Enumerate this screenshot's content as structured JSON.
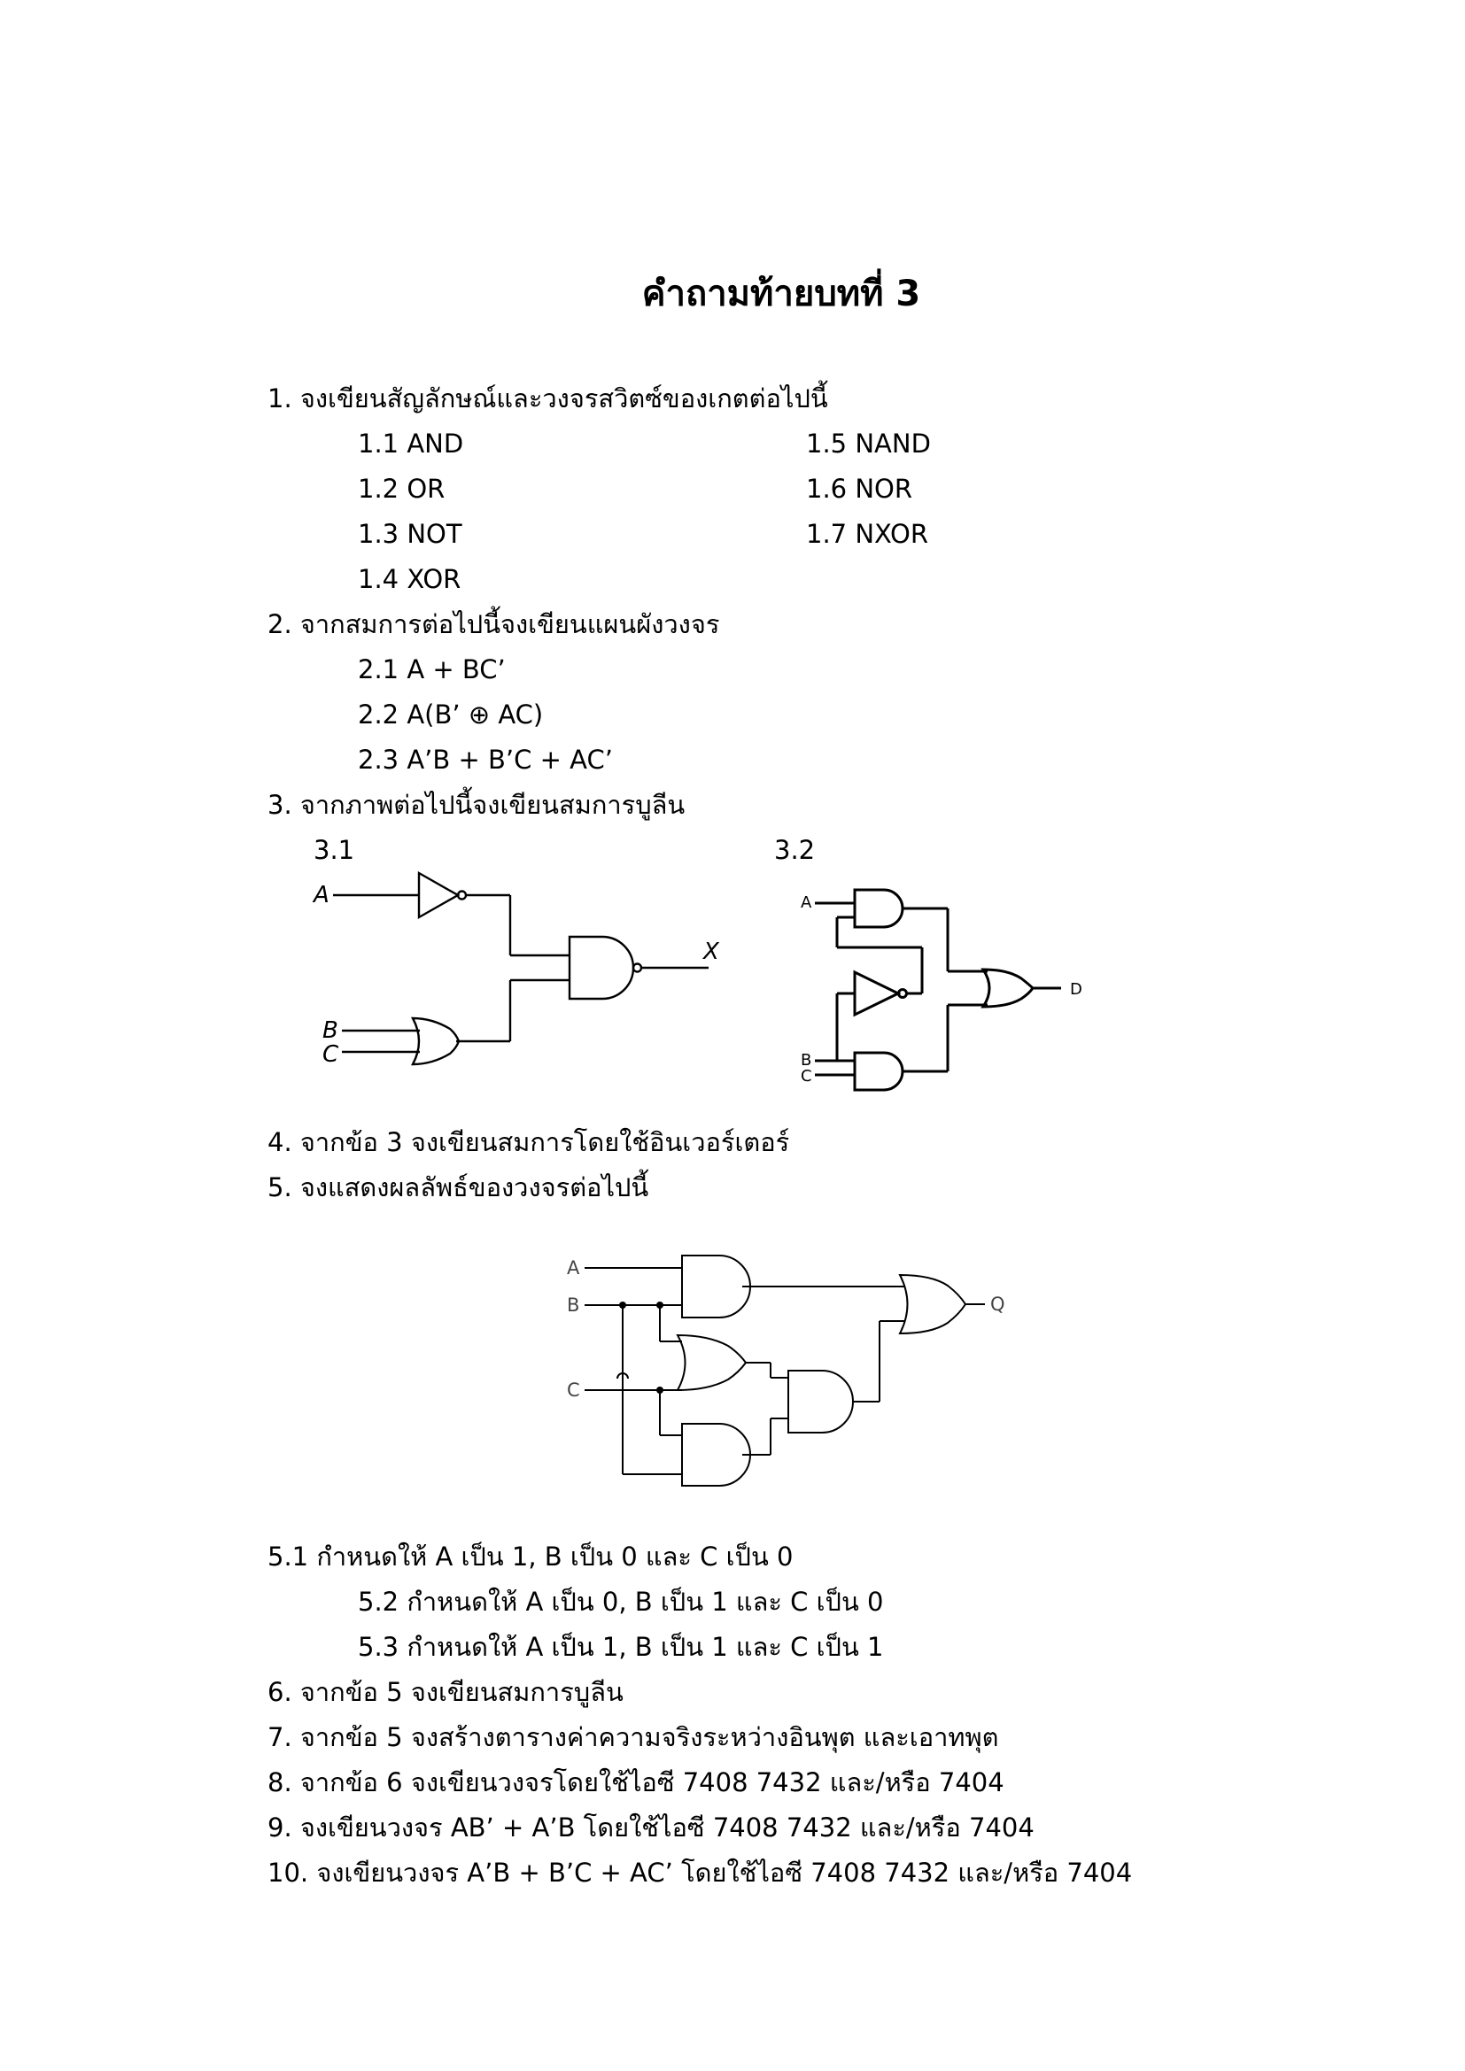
{
  "title": "คำถามท้ายบทที่ 3",
  "q1": {
    "text": "1. จงเขียนสัญลักษณ์และวงจรสวิตซ์ของเกตต่อไปนี้",
    "items": [
      "1.1 AND",
      "1.2 OR",
      "1.3 NOT",
      "1.4 XOR",
      "1.5 NAND",
      "1.6 NOR",
      "1.7 NXOR"
    ]
  },
  "q2": {
    "text": "2. จากสมการต่อไปนี้จงเขียนแผนผังวงจร",
    "items": [
      "2.1 A + BC’",
      "2.2 A(B’ ⊕ AC)",
      "2.3 A’B + B’C + AC’"
    ]
  },
  "q3": {
    "text": "3. จากภาพต่อไปนี้จงเขียนสมการบูลีน",
    "fig1": {
      "label": "3.1",
      "inputs": [
        "A",
        "B",
        "C"
      ],
      "output": "X"
    },
    "fig2": {
      "label": "3.2",
      "inputs": [
        "A",
        "B",
        "C"
      ],
      "output": "D"
    }
  },
  "q4": {
    "text": "4. จากข้อ 3 จงเขียนสมการโดยใช้อินเวอร์เตอร์"
  },
  "q5": {
    "text": "5. จงแสดงผลลัพธ์ของวงจรต่อไปนี้",
    "fig": {
      "inputs": [
        "A",
        "B",
        "C"
      ],
      "output": "Q"
    },
    "items": [
      "5.1 กำหนดให้ A เป็น 1, B เป็น 0 และ C เป็น 0",
      "5.2 กำหนดให้ A เป็น 0, B เป็น 1 และ C เป็น 0",
      "5.3 กำหนดให้ A เป็น 1, B เป็น 1 และ C เป็น 1"
    ]
  },
  "q6": {
    "text": "6. จากข้อ 5 จงเขียนสมการบูลีน"
  },
  "q7": {
    "text": "7. จากข้อ 5 จงสร้างตารางค่าความจริงระหว่างอินพุต และเอาทพุต"
  },
  "q8": {
    "text": "8. จากข้อ 6 จงเขียนวงจรโดยใช้ไอซี 7408 7432 และ/หรือ 7404"
  },
  "q9": {
    "text": "9. จงเขียนวงจร AB’ + A’B โดยใช้ไอซี 7408 7432 และ/หรือ 7404"
  },
  "q10": {
    "text": "10. จงเขียนวงจร A’B + B’C + AC’ โดยใช้ไอซี 7408 7432 และ/หรือ 7404"
  }
}
